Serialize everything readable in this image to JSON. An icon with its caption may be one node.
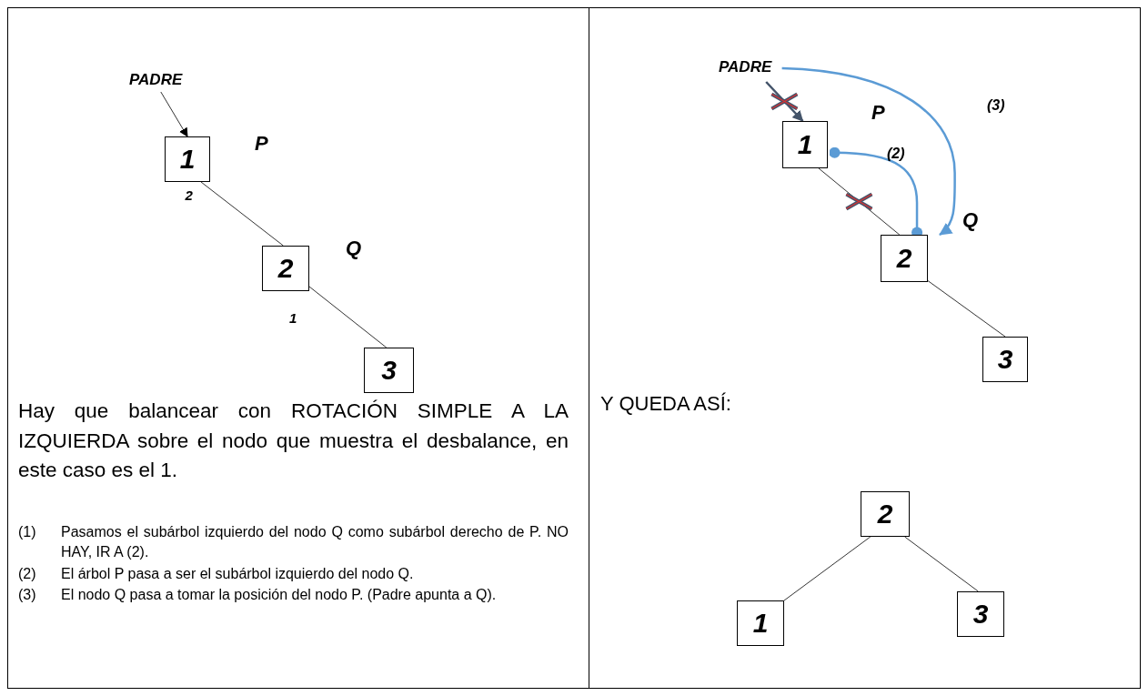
{
  "diagram": {
    "nodes": [
      {
        "text": [
          "PADRE"
        ]
      },
      {
        "text": [
          "1"
        ],
        "beside": [
          "2"
        ]
      },
      {
        "text": [
          "2"
        ],
        "beside": [
          "1"
        ]
      },
      {
        "text": [
          "3"
        ]
      },
      {
        "text": [
          "PADRE"
        ]
      },
      {
        "text": [
          "1"
        ]
      },
      {
        "text": [
          "2"
        ]
      },
      {
        "text": [
          "3"
        ]
      },
      {
        "text": [
          "2"
        ]
      },
      {
        "text": [
          "1"
        ]
      },
      {
        "text": [
          "3"
        ]
      }
    ],
    "edges": [
      {
        "from": 0,
        "to": 1,
        "arrow": "to"
      },
      {
        "from": 1,
        "to": 2,
        "arrow": "none"
      },
      {
        "from": 2,
        "to": 3,
        "arrow": "none"
      },
      {
        "from": 4,
        "to": 5,
        "arrow": "to"
      },
      {
        "from": 5,
        "to": 6,
        "arrow": "none"
      },
      {
        "from": 5,
        "to": 6,
        "arrow": "other",
        "label": "(2)",
        "color": "#5b9bd5"
      },
      {
        "from": 4,
        "to": 6,
        "arrow": "to",
        "label": "(3)",
        "color": "#5b9bd5"
      },
      {
        "from": 6,
        "to": 7,
        "arrow": "none"
      },
      {
        "from": 8,
        "to": 9,
        "arrow": "none"
      },
      {
        "from": 8,
        "to": 10,
        "arrow": "none"
      }
    ],
    "labels": [
      "P",
      "Q",
      "Hay que balancear con ROTACIÓN SIMPLE A LA IZQUIERDA sobre el nodo que muestra el desbalance, en este caso es el 1.",
      "(1)",
      "Pasamos el subárbol izquierdo del nodo Q como subárbol derecho de P. NO HAY, IR A (2).",
      "(2)",
      "El árbol P pasa a ser el subárbol izquierdo del nodo Q.",
      "(3)",
      "El nodo Q pasa a tomar la posición del nodo P. (Padre apunta a Q).",
      "P",
      "Q",
      "Y QUEDA ASÍ:"
    ]
  }
}
